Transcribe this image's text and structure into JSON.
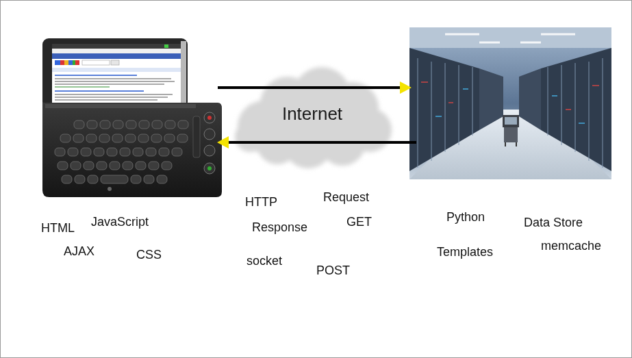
{
  "diagram": {
    "nodes": [
      {
        "text": [
          "Internet"
        ]
      }
    ],
    "labels": [
      "HTML",
      "JavaScript",
      "AJAX",
      "CSS",
      "HTTP",
      "Request",
      "Response",
      "GET",
      "socket",
      "POST",
      "Python",
      "Data Store",
      "Templates",
      "memcache"
    ]
  }
}
